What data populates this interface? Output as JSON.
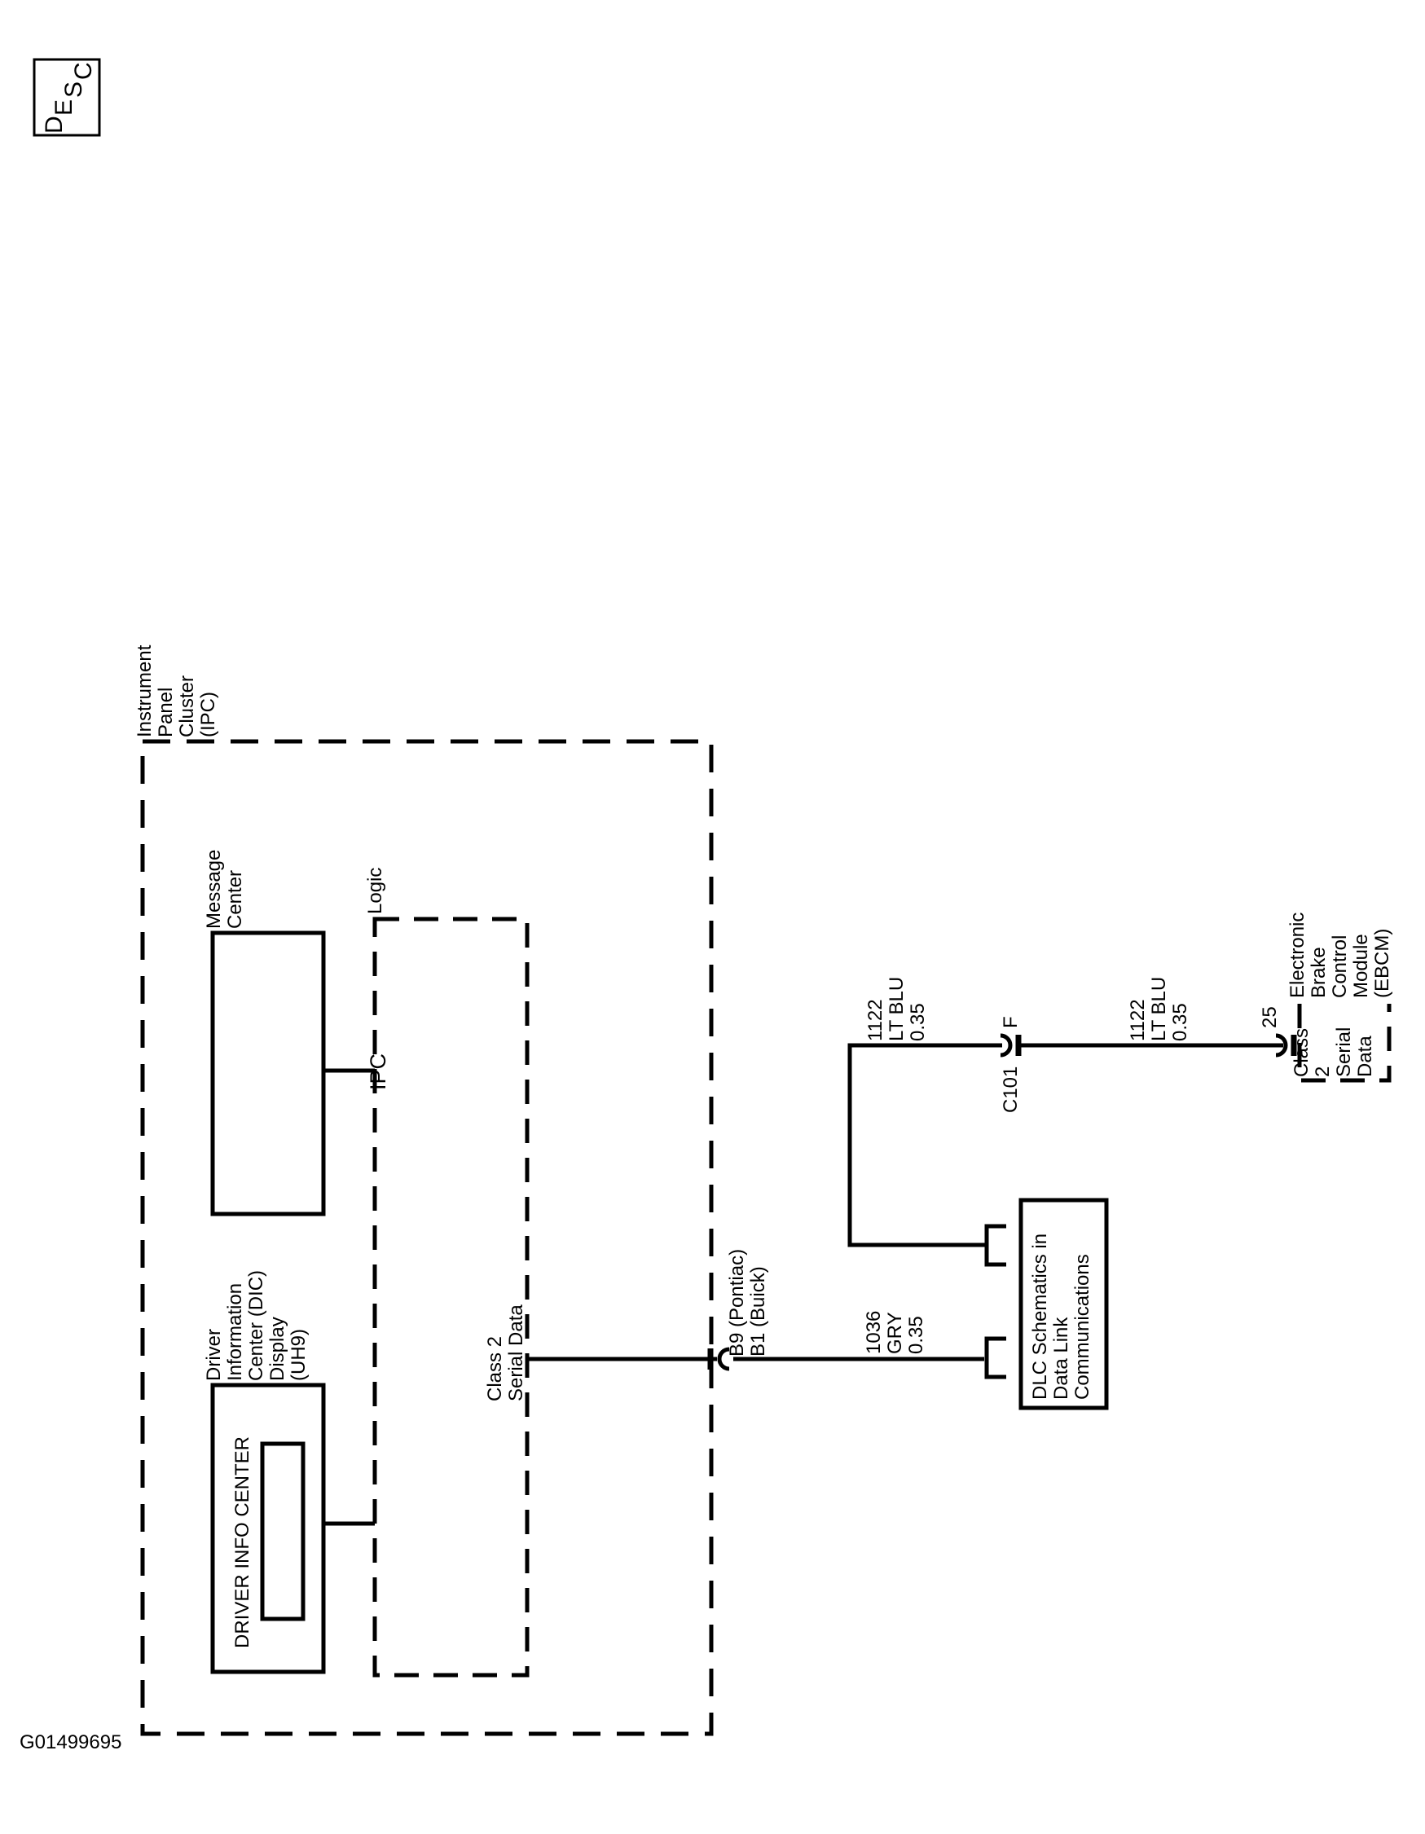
{
  "badge": {
    "letters": [
      "D",
      "E",
      "S",
      "C"
    ]
  },
  "figure_id": "G01499695",
  "ipc": {
    "title_lines": [
      "Instrument",
      "Panel",
      "Cluster",
      "(IPC)"
    ],
    "message_center_lines": [
      "Message",
      "Center"
    ],
    "logic_label": "Logic",
    "ipc_label": "IPC",
    "dic_lines": [
      "Driver",
      "Information",
      "Center (DIC)",
      "Display",
      "(UH9)"
    ],
    "dic_screen_text": "DRIVER INFO CENTER",
    "class2_lines": [
      "Class 2",
      "Serial Data"
    ]
  },
  "ipc_connector": {
    "lines": [
      "B9 (Pontiac)",
      "B1 (Buick)"
    ]
  },
  "wire_gry": {
    "lines": [
      "1036",
      "GRY",
      "0.35"
    ]
  },
  "wire_ltblu_left": {
    "lines": [
      "1122",
      "LT BLU",
      "0.35"
    ]
  },
  "wire_ltblu_right": {
    "lines": [
      "1122",
      "LT BLU",
      "0.35"
    ]
  },
  "connector_c101": {
    "name": "C101",
    "pin": "F"
  },
  "dlc": {
    "lines": [
      "DLC Schematics in",
      "Data Link",
      "Communications"
    ]
  },
  "ebcm": {
    "pin": "25",
    "title_lines": [
      "Electronic",
      "Brake",
      "Control",
      "Module",
      "(EBCM)"
    ],
    "pin_label_lines": [
      "Class",
      "2",
      "Serial",
      "Data"
    ]
  }
}
